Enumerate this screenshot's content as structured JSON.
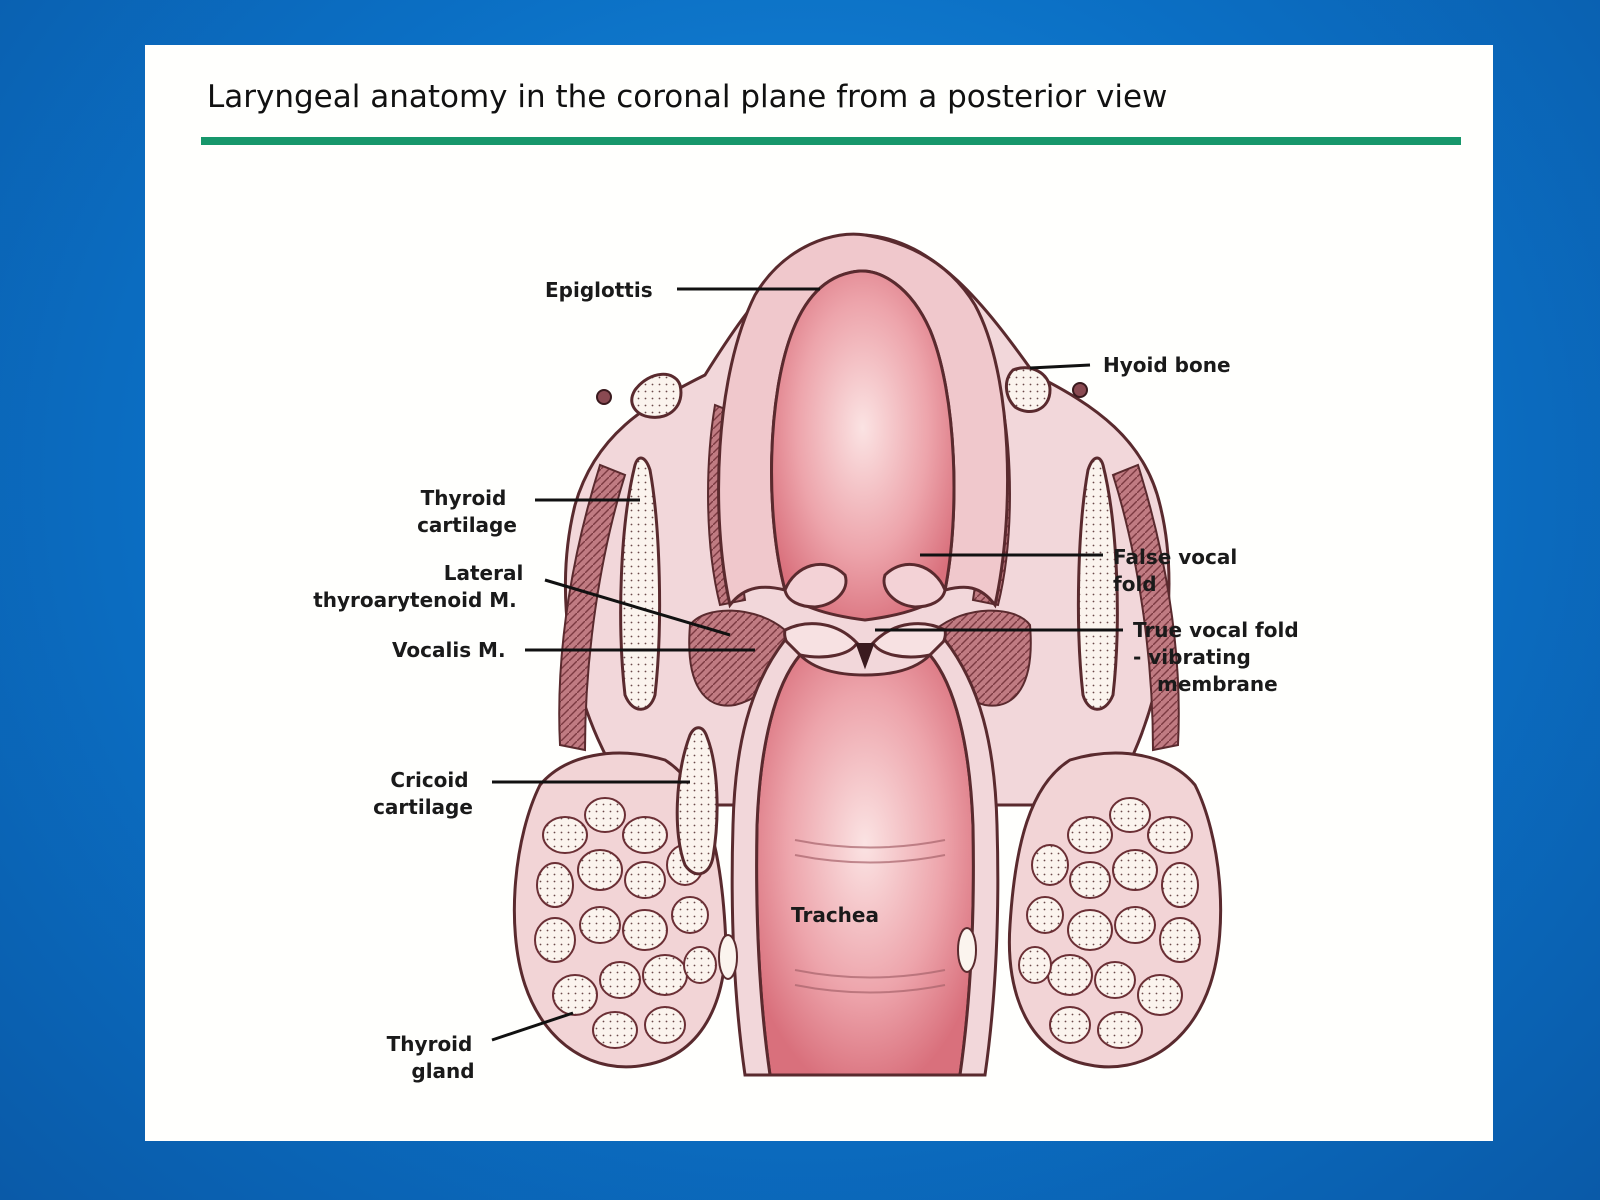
{
  "slide": {
    "title": "Laryngeal anatomy in the coronal plane from a posterior view"
  },
  "labels": {
    "epiglottis": "Epiglottis",
    "hyoid_bone": "Hyoid bone",
    "thyroid_cartilage": [
      "Thyroid",
      "cartilage"
    ],
    "lateral_thyroarytenoid": [
      "Lateral",
      "thyroarytenoid M."
    ],
    "vocalis": "Vocalis M.",
    "false_vocal_fold": [
      "False vocal",
      "fold"
    ],
    "true_vocal_fold": [
      "True vocal fold",
      "- vibrating",
      "membrane"
    ],
    "cricoid_cartilage": [
      "Cricoid",
      "cartilage"
    ],
    "trachea": "Trachea",
    "thyroid_gland": [
      "Thyroid",
      "gland"
    ]
  },
  "colors": {
    "background": "#0b6fc4",
    "card": "#fffffd",
    "title_rule": "#17976b",
    "lumen": "#e99ca4",
    "tissue": "#f4dfe0",
    "muscle": "#b86a72",
    "cartilage": "#fbf4ee",
    "outline": "#5a2a2e"
  }
}
